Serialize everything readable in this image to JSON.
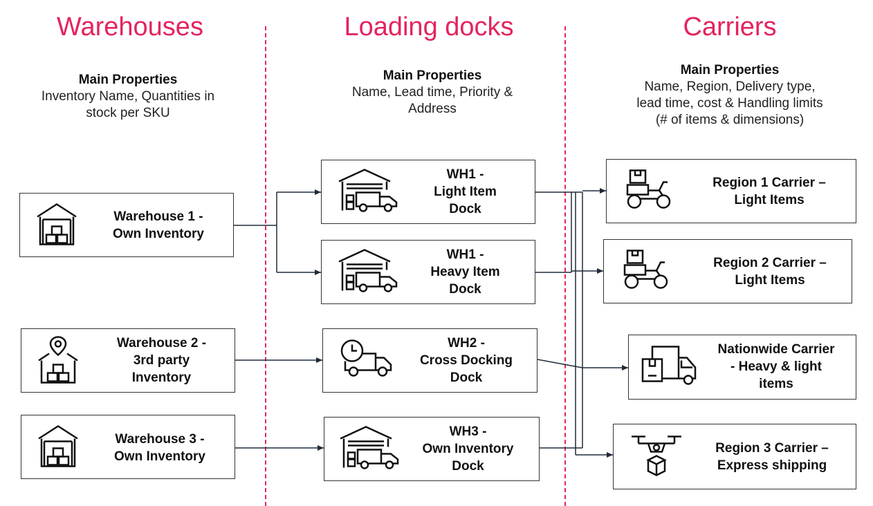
{
  "columns": [
    {
      "title": "Warehouses",
      "props_heading": "Main Properties",
      "props_lines": [
        "Inventory Name, Quantities in",
        "stock per SKU"
      ]
    },
    {
      "title": "Loading docks",
      "props_heading": "Main Properties",
      "props_lines": [
        "Name,  Lead time, Priority &",
        "Address"
      ]
    },
    {
      "title": "Carriers",
      "props_heading": "Main Properties",
      "props_lines": [
        "Name, Region, Delivery type,",
        "lead time, cost & Handling limits",
        "(# of items & dimensions)"
      ]
    }
  ],
  "warehouses": [
    {
      "label_lines": [
        "Warehouse 1 -",
        "Own Inventory"
      ],
      "icon": "warehouse-icon"
    },
    {
      "label_lines": [
        "Warehouse 2 -",
        "3rd party",
        "Inventory"
      ],
      "icon": "warehouse-location-icon"
    },
    {
      "label_lines": [
        "Warehouse 3 -",
        "Own Inventory"
      ],
      "icon": "warehouse-icon"
    }
  ],
  "docks": [
    {
      "label_lines": [
        "WH1 -",
        "Light Item",
        "Dock"
      ],
      "icon": "truck-garage-icon"
    },
    {
      "label_lines": [
        "WH1 -",
        "Heavy Item",
        "Dock"
      ],
      "icon": "truck-garage-icon"
    },
    {
      "label_lines": [
        "WH2 -",
        "Cross Docking",
        "Dock"
      ],
      "icon": "truck-clock-icon"
    },
    {
      "label_lines": [
        "WH3 -",
        "Own Inventory",
        "Dock"
      ],
      "icon": "truck-garage-icon"
    }
  ],
  "carriers": [
    {
      "label_lines": [
        "Region 1 Carrier –",
        "Light Items"
      ],
      "icon": "delivery-scooter-icon"
    },
    {
      "label_lines": [
        "Region 2 Carrier –",
        "Light Items"
      ],
      "icon": "delivery-scooter-icon"
    },
    {
      "label_lines": [
        "Nationwide Carrier",
        "- Heavy & light",
        "items"
      ],
      "icon": "delivery-truck-icon"
    },
    {
      "label_lines": [
        "Region 3 Carrier –",
        "Express shipping"
      ],
      "icon": "delivery-drone-icon"
    }
  ],
  "colors": {
    "accent": "#e3245e",
    "line": "#1f2a3a",
    "border": "#333333"
  }
}
